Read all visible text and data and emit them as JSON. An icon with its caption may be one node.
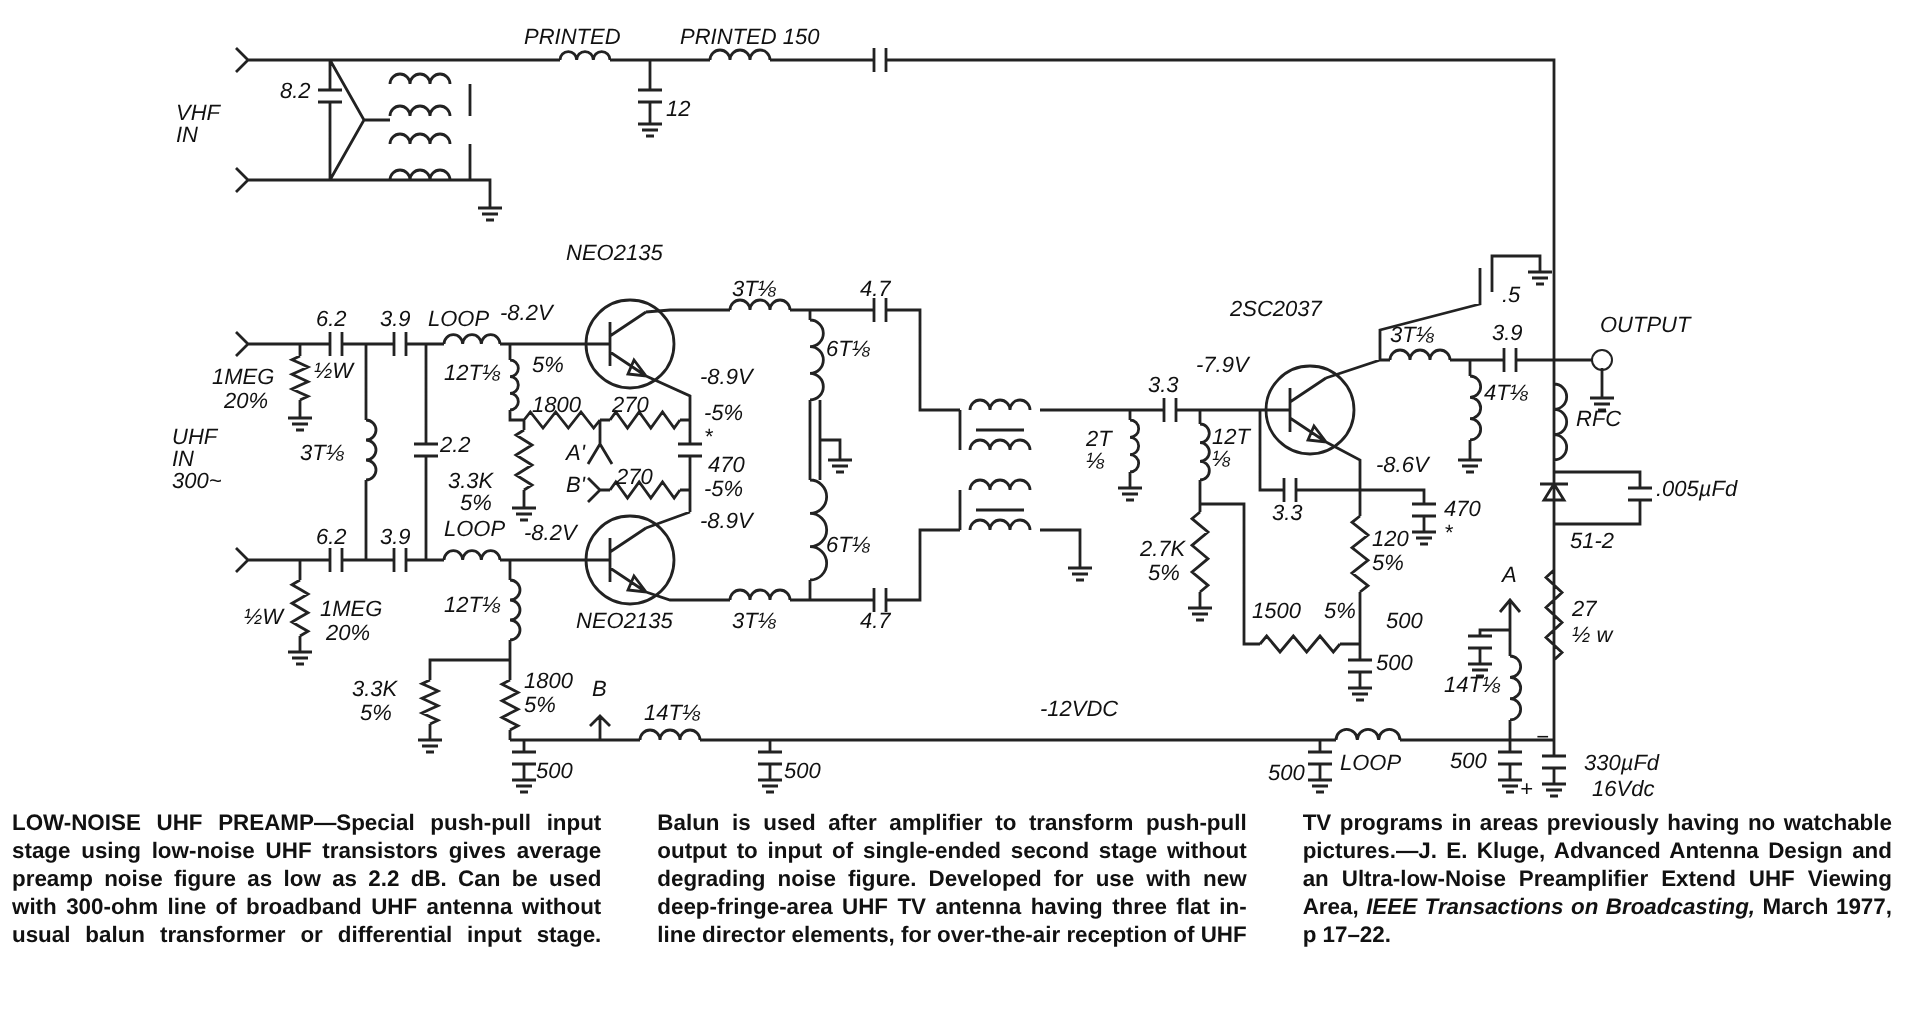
{
  "diagram": {
    "caption": "LOW-NOISE UHF PREAMP—Special push-pull input stage using low-noise UHF transistors gives average preamp noise figure as low as 2.2 dB. Can be used with 300-ohm line of broadband UHF antenna without usual balun transformer or differential input stage. Balun is used after amplifier to transform push-pull output to input of single-ended second stage without degrading noise figure. Developed for use with new deep-fringe-area UHF TV antenna having three flat in-line director elements, for over-the-air reception of UHF TV programs in areas previously having no watchable pictures.—J. E. Kluge, Advanced Antenna Design and an Ultra-low-Noise Preamplifier Extend UHF Viewing Area, *IEEE Transactions on Broadcasting,* March 1977, p 17–22.",
    "labels": [
      "PRINTED",
      "PRINTED 150",
      "VHF IN",
      "8.2",
      "12",
      "NEO2135",
      "6.2",
      "3.9",
      "LOOP",
      "-8.2V",
      "3T⅛",
      "4.7",
      "1MEG",
      "½W",
      "20%",
      "12T⅛",
      "5%",
      "6T⅛",
      "-8.9V",
      "1800",
      "270",
      "-5%",
      "*",
      "A'",
      "470",
      "UHF IN 300~",
      "3T⅛",
      "2.2",
      "B'",
      "270",
      "-5%",
      "3.3K",
      "5%",
      "LOOP",
      "-8.2V",
      "-8.9V",
      "6T⅛",
      "6.2",
      "3.9",
      "½W",
      "1MEG",
      "20%",
      "12T⅛",
      "NEO2135",
      "3T⅛",
      "4.7",
      "3.3K",
      "5%",
      "1800",
      "5%",
      "B",
      "14T⅛",
      "-12VDC",
      "500",
      "500",
      "2SC2037",
      ".5",
      "OUTPUT",
      "3T⅛",
      "3.9",
      "3.3",
      "-7.9V",
      "2T ⅛",
      "12T ⅛",
      "4T⅛",
      "RFC",
      "-8.6V",
      "3.3",
      "470",
      "*",
      ".005µFd",
      "51-2",
      "2.7K",
      "5%",
      "120",
      "5%",
      "1500",
      "5%",
      "A",
      "27",
      "½ w",
      "500",
      "500",
      "14T⅛",
      "LOOP",
      "500",
      "500",
      "−",
      "330µFd",
      "+",
      "16Vdc"
    ]
  }
}
